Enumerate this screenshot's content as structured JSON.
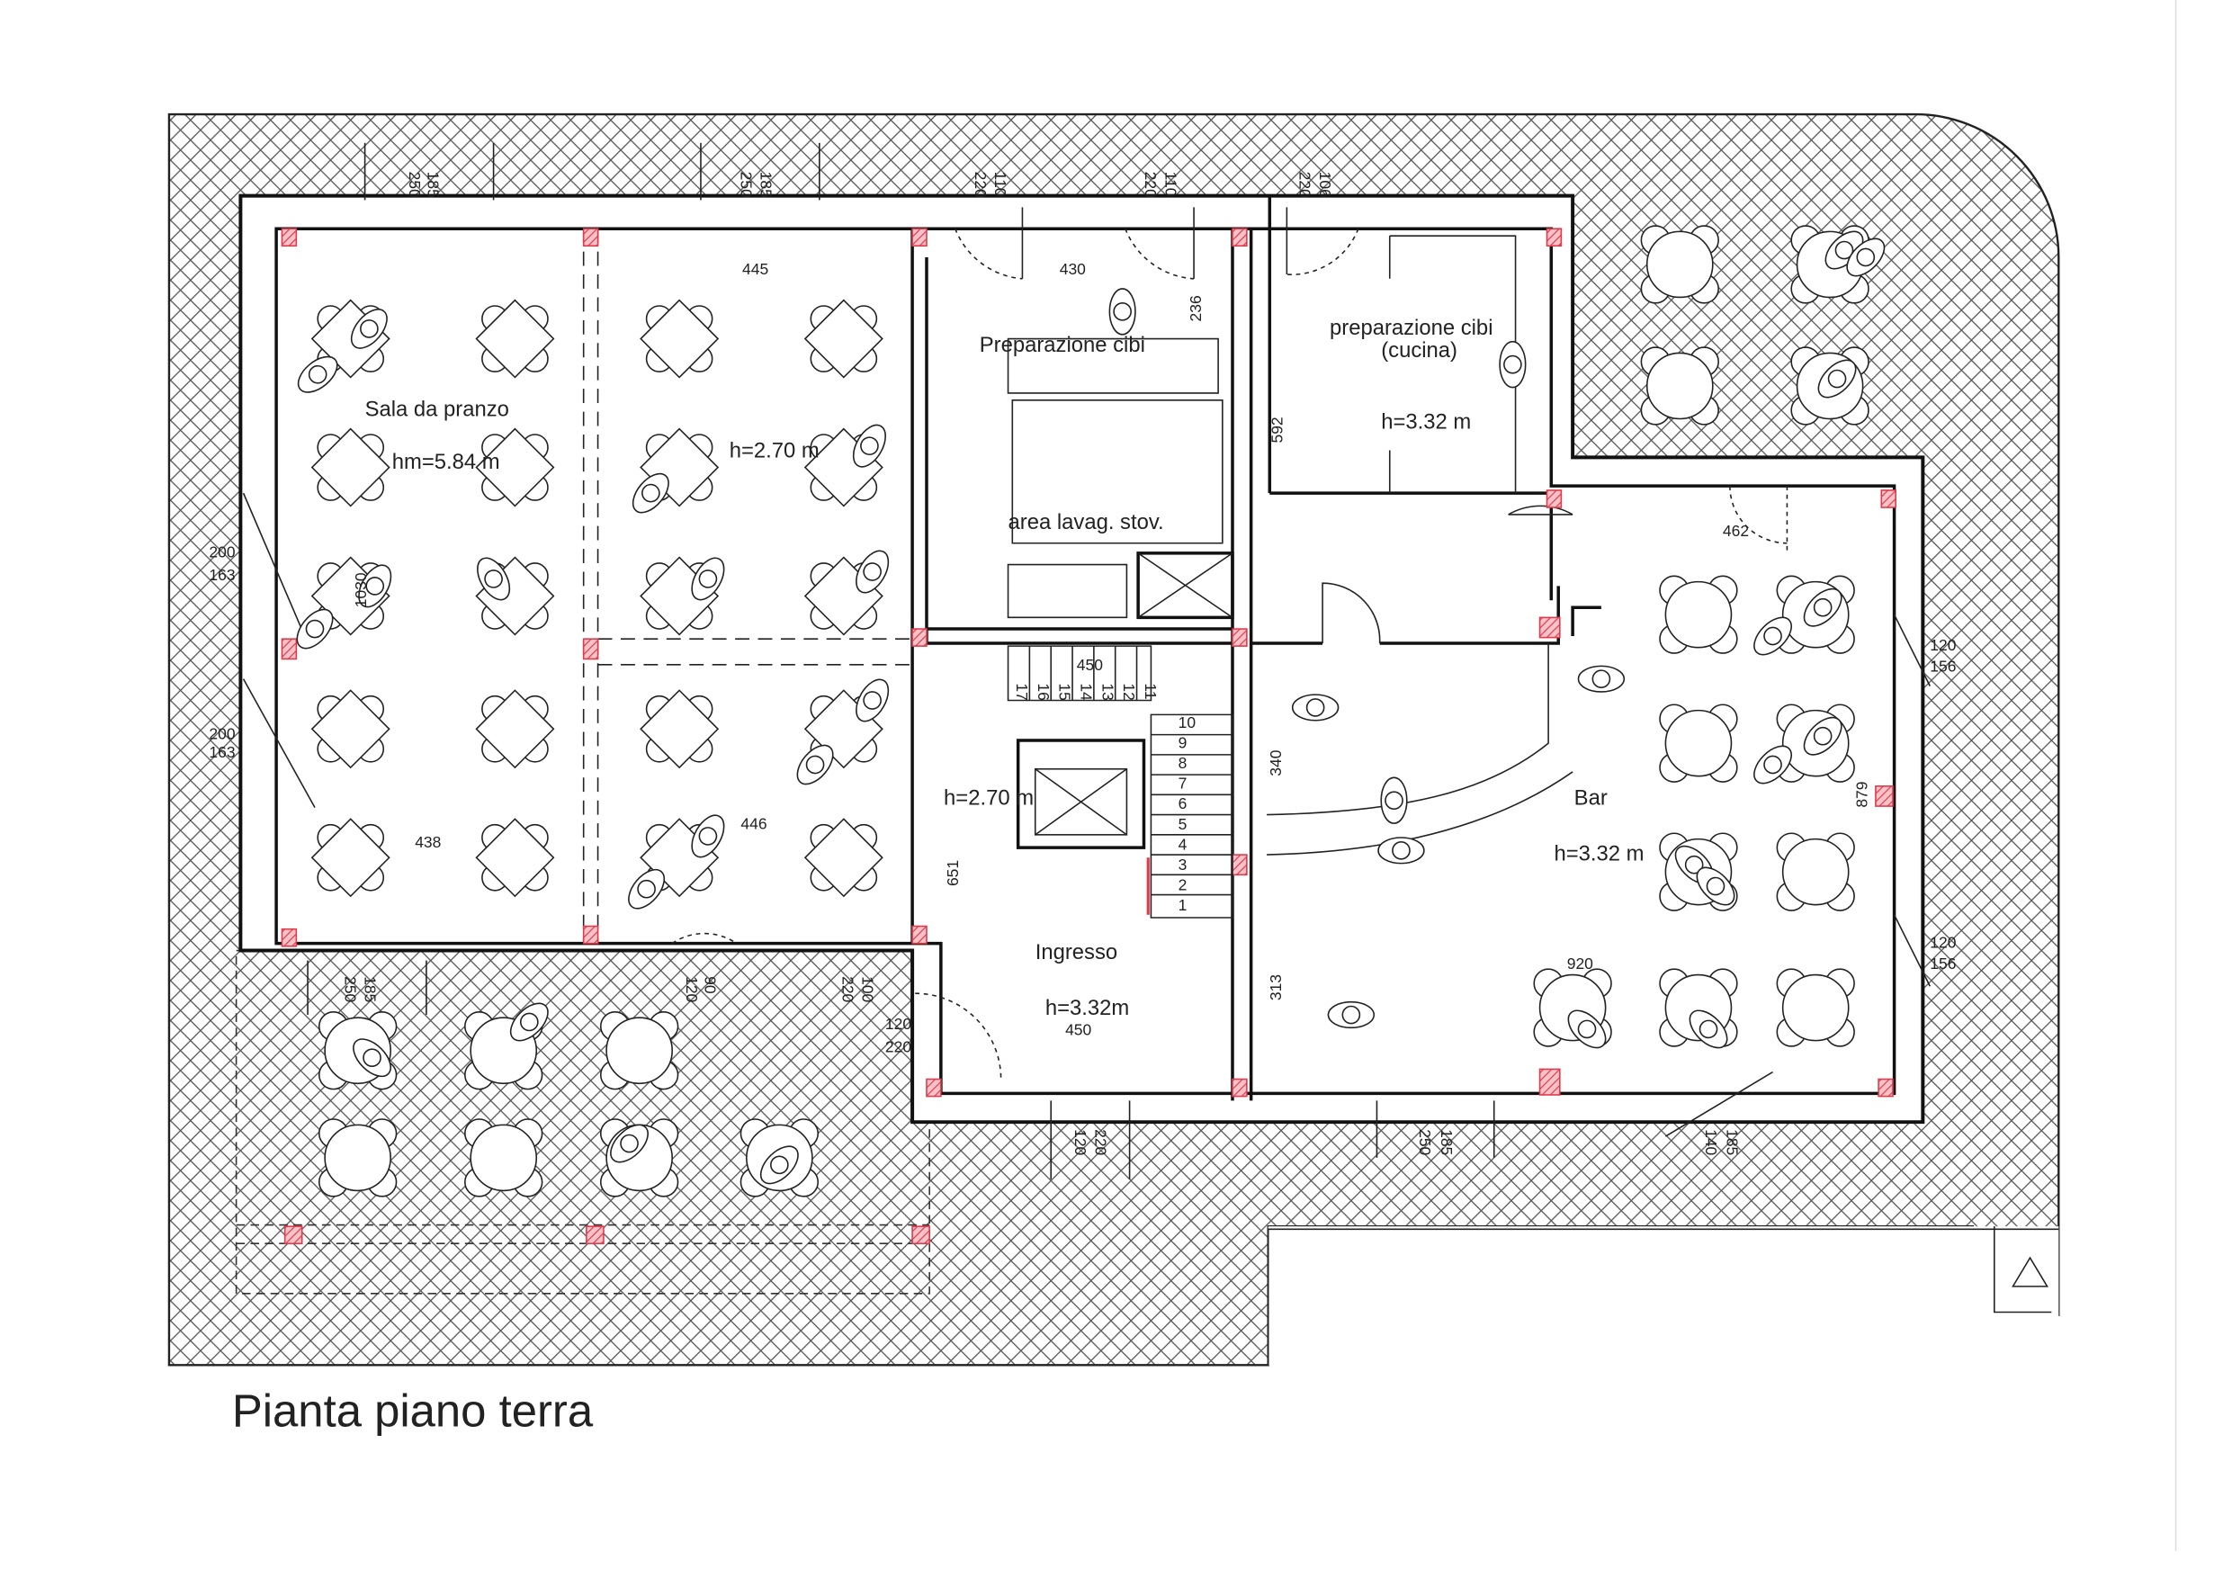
{
  "title": "Pianta piano terra",
  "rooms": {
    "sala_name": "Sala da pranzo",
    "sala_height": "hm=5.84 m",
    "sala2_height": "h=2.70 m",
    "prep_name": "Preparazione cibi",
    "lavag_name": "area lavag. stov.",
    "cucina_name": "preparazione cibi",
    "cucina_sub": "(cucina)",
    "cucina_height": "h=3.32 m",
    "bar_name": "Bar",
    "bar_height": "h=3.32 m",
    "stair_height": "h=2.70 m",
    "ingresso_name": "Ingresso",
    "ingresso_height": "h=3.32m"
  },
  "dims": [
    "250",
    "185",
    "250",
    "185",
    "220",
    "110",
    "220",
    "110",
    "220",
    "106",
    "445",
    "430",
    "236",
    "592",
    "200",
    "163",
    "1030",
    "200",
    "163",
    "438",
    "446",
    "450",
    "651",
    "340",
    "313",
    "462",
    "120",
    "156",
    "879",
    "120",
    "156",
    "920",
    "250",
    "185",
    "90",
    "120",
    "220",
    "100",
    "120",
    "220",
    "450",
    "120",
    "220",
    "250",
    "185",
    "140",
    "185"
  ],
  "stairs": {
    "lower_steps": [
      "1",
      "2",
      "3",
      "4",
      "5",
      "6",
      "7",
      "8",
      "9",
      "10"
    ],
    "upper_steps": [
      "11",
      "12",
      "13",
      "14",
      "15",
      "16",
      "17"
    ]
  },
  "colors": {
    "column": "#e23a4a",
    "line": "#222222"
  }
}
